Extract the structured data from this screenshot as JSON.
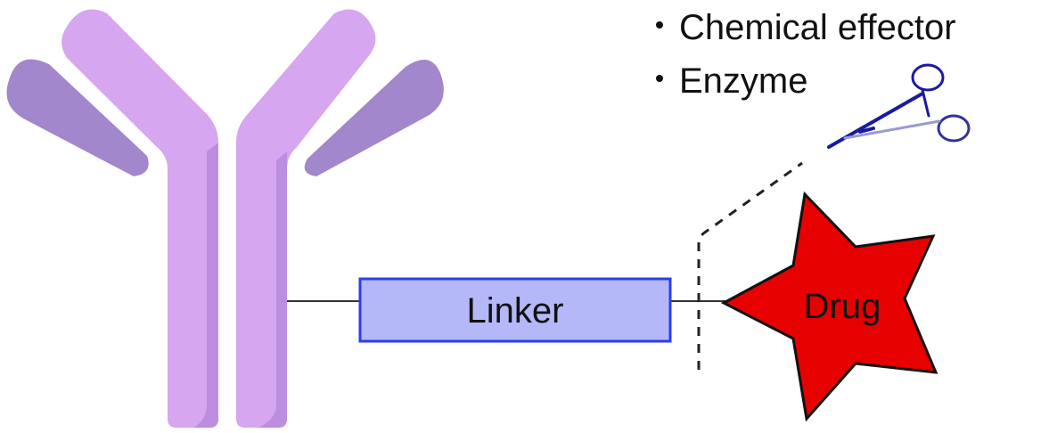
{
  "diagram": {
    "title": "Antibody-drug conjugate cleavable linker",
    "bullets": [
      {
        "text": "Chemical effector"
      },
      {
        "text": "Enzyme"
      }
    ],
    "linker_label": "Linker",
    "drug_label": "Drug",
    "colors": {
      "heavy_chain": "#d6a6f0",
      "heavy_chain_shade": "#bc8ee0",
      "light_chain": "#a287cc",
      "light_chain_shade": "#8a6fb8",
      "linker_fill": "#b4b8f8",
      "linker_border": "#2a3ef0",
      "drug_fill": "#e60000",
      "scissors": "#1a1aa0"
    }
  }
}
